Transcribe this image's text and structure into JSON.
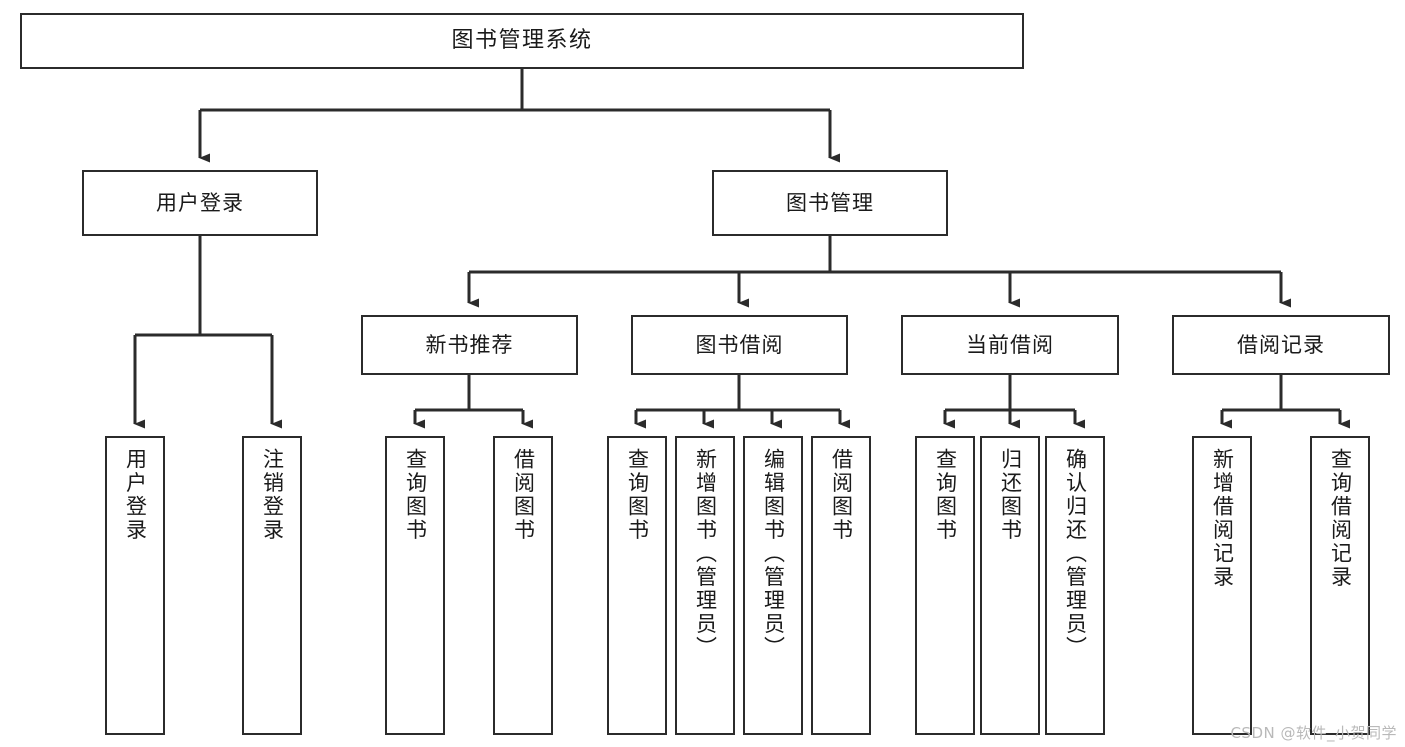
{
  "diagram": {
    "type": "tree",
    "title": "图书管理系统",
    "orientation": "top-down",
    "colors": {
      "stroke": "#2b2b2b",
      "fill": "#ffffff",
      "text": "#1a1a1a",
      "watermark": "#b9b9b9"
    },
    "watermark": "CSDN @软件_小贺同学",
    "nodes": {
      "root": {
        "label": "图书管理系统"
      },
      "level1": [
        {
          "label": "用户登录"
        },
        {
          "label": "图书管理"
        }
      ],
      "level2": [
        {
          "label": "新书推荐"
        },
        {
          "label": "图书借阅"
        },
        {
          "label": "当前借阅"
        },
        {
          "label": "借阅记录"
        }
      ],
      "leaves": {
        "user_login": [
          {
            "label": "用户登录"
          },
          {
            "label": "注销登录"
          }
        ],
        "new_book_recommend": [
          {
            "label": "查询图书"
          },
          {
            "label": "借阅图书"
          }
        ],
        "book_borrow": [
          {
            "label": "查询图书"
          },
          {
            "label": "新增图书（管理员）"
          },
          {
            "label": "编辑图书（管理员）"
          },
          {
            "label": "借阅图书"
          }
        ],
        "current_borrow": [
          {
            "label": "查询图书"
          },
          {
            "label": "归还图书"
          },
          {
            "label": "确认归还（管理员）"
          }
        ],
        "borrow_record": [
          {
            "label": "新增借阅记录"
          },
          {
            "label": "查询借阅记录"
          }
        ]
      }
    }
  }
}
